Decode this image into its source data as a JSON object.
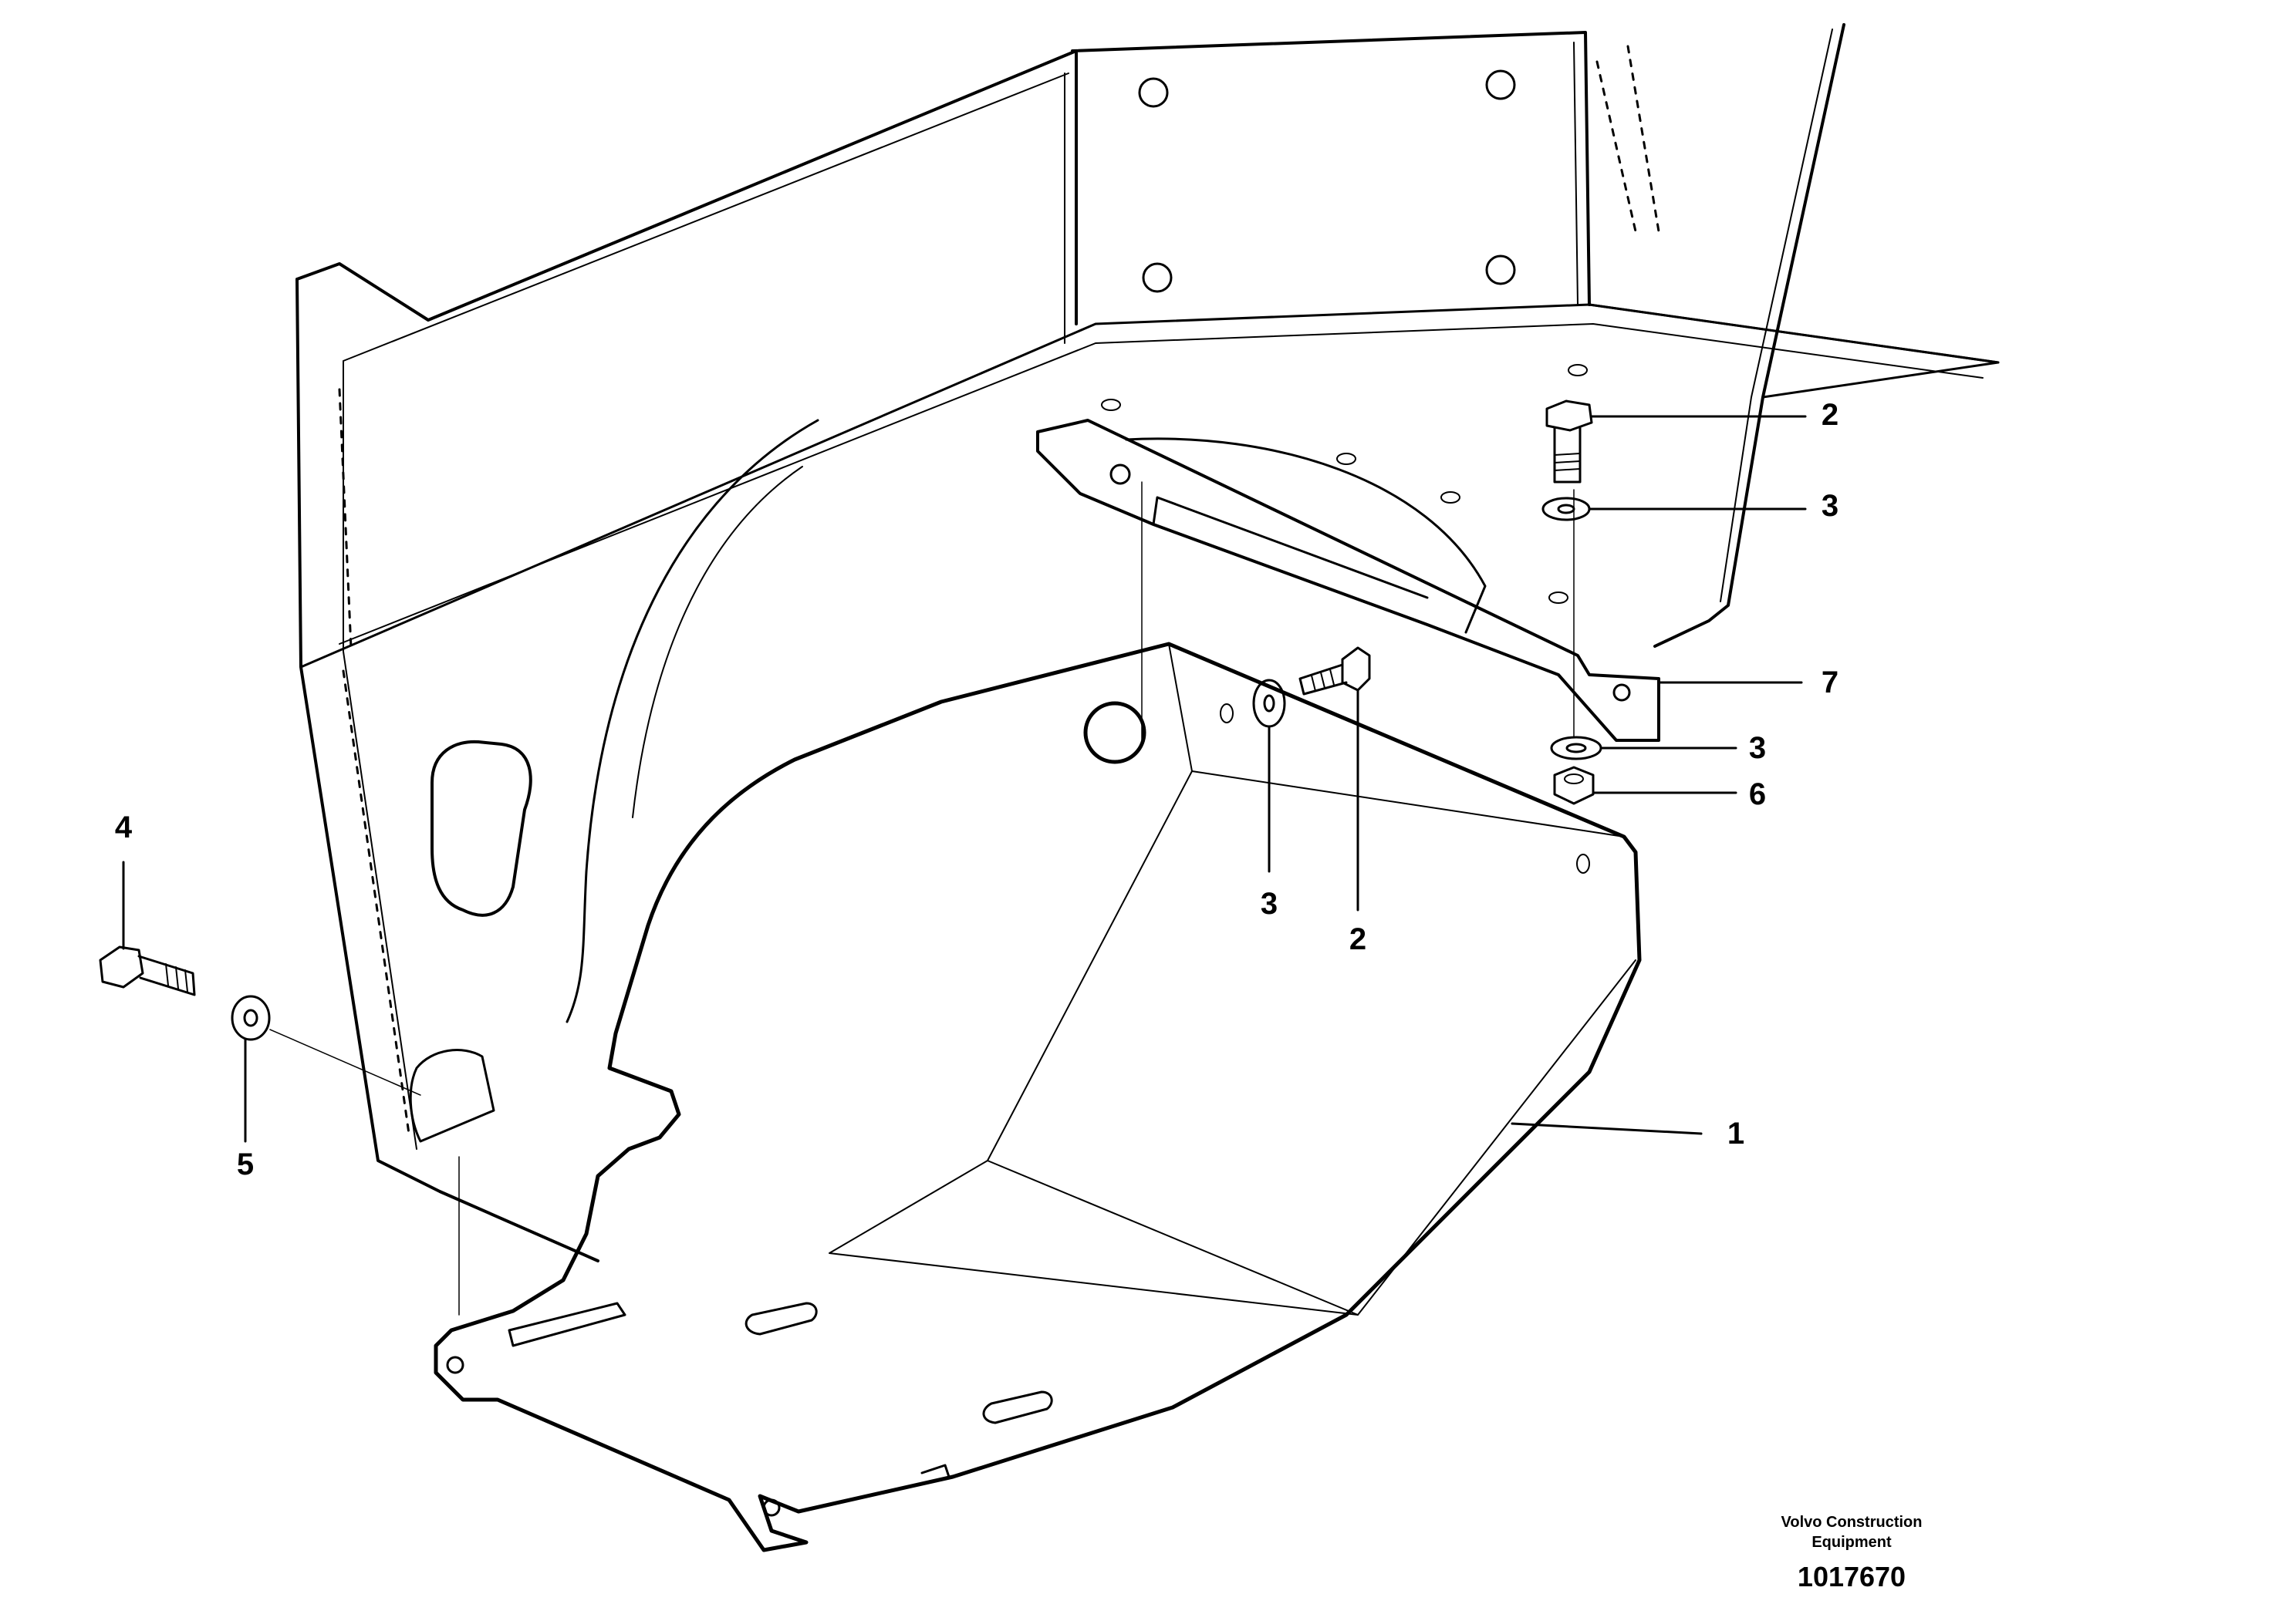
{
  "callouts": [
    {
      "id": "c1",
      "label": "1"
    },
    {
      "id": "c2a",
      "label": "2"
    },
    {
      "id": "c2b",
      "label": "2"
    },
    {
      "id": "c3a",
      "label": "3"
    },
    {
      "id": "c3b",
      "label": "3"
    },
    {
      "id": "c3c",
      "label": "3"
    },
    {
      "id": "c4",
      "label": "4"
    },
    {
      "id": "c5",
      "label": "5"
    },
    {
      "id": "c6",
      "label": "6"
    },
    {
      "id": "c7",
      "label": "7"
    }
  ],
  "footer": {
    "brand_line1": "Volvo Construction",
    "brand_line2": "Equipment",
    "document_number": "1017670"
  }
}
